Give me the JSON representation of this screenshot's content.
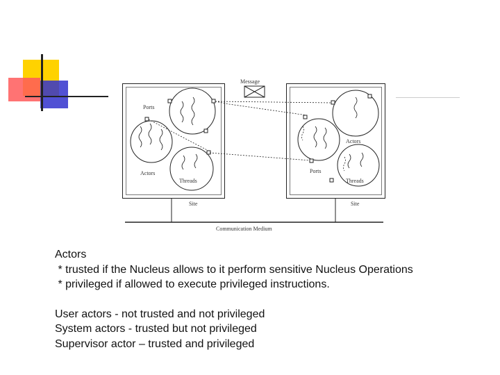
{
  "diagram": {
    "message_label": "Message",
    "left_site": {
      "ports_label": "Ports",
      "actors_label": "Actors",
      "threads_label": "Threads",
      "site_label": "Site"
    },
    "right_site": {
      "ports_label": "Ports",
      "actors_label": "Actors",
      "threads_label": "Threads",
      "site_label": "Site"
    },
    "medium_label": "Communication Medium"
  },
  "text": {
    "heading": "Actors",
    "bullets": [
      " * trusted if the Nucleus allows to it perform sensitive Nucleus Operations",
      " * privileged if allowed to execute privileged instructions."
    ],
    "lines": [
      "User actors - not trusted and not privileged",
      "System actors - trusted but not privileged",
      "Supervisor actor – trusted and privileged"
    ]
  },
  "colors": {
    "yellow": "#ffd200",
    "red": "#ff4a4a",
    "blue": "#3333cc",
    "line": "#222222"
  }
}
